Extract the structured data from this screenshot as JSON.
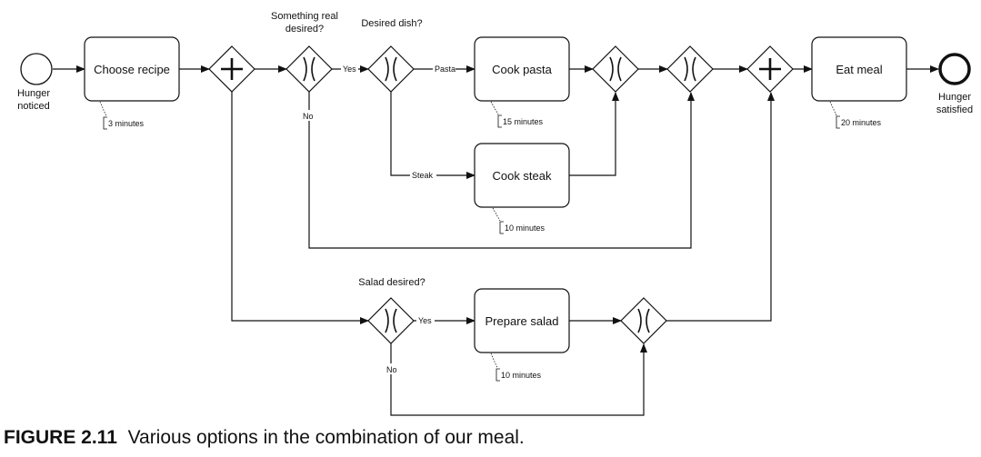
{
  "events": {
    "start": {
      "label_line1": "Hunger",
      "label_line2": "noticed"
    },
    "end": {
      "label_line1": "Hunger",
      "label_line2": "satisfied"
    }
  },
  "tasks": {
    "choose_recipe": {
      "label": "Choose recipe",
      "duration": "3 minutes"
    },
    "cook_pasta": {
      "label": "Cook pasta",
      "duration": "15 minutes"
    },
    "cook_steak": {
      "label": "Cook steak",
      "duration": "10 minutes"
    },
    "prepare_salad": {
      "label": "Prepare salad",
      "duration": "10 minutes"
    },
    "eat_meal": {
      "label": "Eat meal",
      "duration": "20 minutes"
    }
  },
  "gateways": {
    "something_real": {
      "label_line1": "Something real",
      "label_line2": "desired?"
    },
    "desired_dish": {
      "label": "Desired dish?"
    },
    "salad": {
      "label": "Salad desired?"
    }
  },
  "edge_labels": {
    "yes_real": "Yes",
    "no_real": "No",
    "pasta": "Pasta",
    "steak": "Steak",
    "yes_salad": "Yes",
    "no_salad": "No"
  },
  "caption": {
    "number": "FIGURE 2.11",
    "text": "Various options in the combination of our meal."
  }
}
